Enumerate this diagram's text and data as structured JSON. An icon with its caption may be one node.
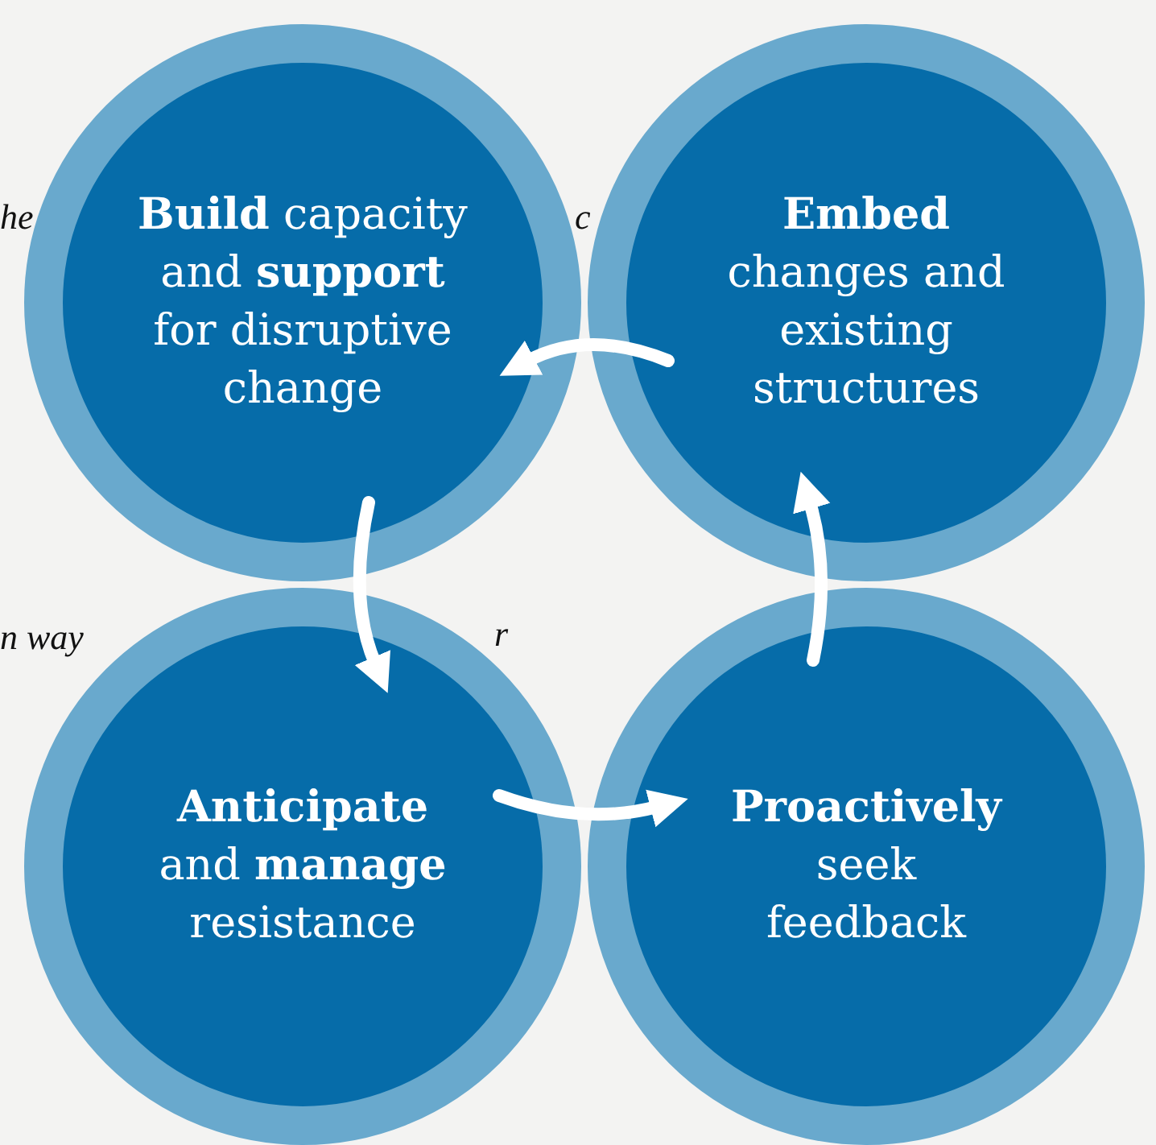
{
  "diagram": {
    "nodes": [
      {
        "text": [
          "**Build** capacity and **support** for disruptive change"
        ]
      },
      {
        "text": [
          "**Embed** changes and existing structures"
        ]
      },
      {
        "text": [
          "**Anticipate** and **manage** resistance"
        ]
      },
      {
        "text": [
          "**Proactively** seek feedback"
        ]
      }
    ],
    "edges": [
      {
        "from": 0,
        "to": 2,
        "arrow": "to"
      },
      {
        "from": 2,
        "to": 3,
        "arrow": "to"
      },
      {
        "from": 3,
        "to": 1,
        "arrow": "to"
      },
      {
        "from": 1,
        "to": 0,
        "arrow": "to"
      }
    ],
    "labels": [
      "he",
      "c",
      "n way",
      "r"
    ]
  }
}
